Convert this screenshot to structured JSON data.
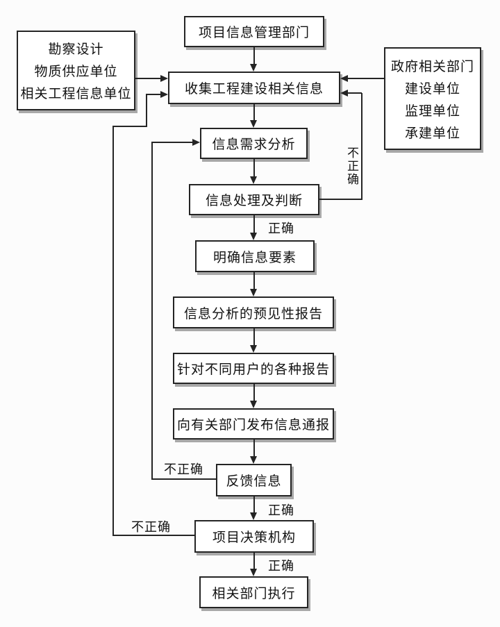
{
  "diagram": {
    "title_hint": "project-information-management-flowchart",
    "colors": {
      "background": "#fcfcfc",
      "box_background": "#ffffff",
      "line": "#242424",
      "shadow": "#a8a8a8",
      "text": "#111111"
    },
    "nodes": {
      "top": {
        "label": "项目信息管理部门"
      },
      "left_group": {
        "lines": [
          "勘察设计",
          "物质供应单位",
          "相关工程信息单位"
        ]
      },
      "right_group": {
        "lines": [
          "政府相关部门",
          "建设单位",
          "监理单位",
          "承建单位"
        ]
      },
      "collect": {
        "label": "收集工程建设相关信息"
      },
      "demand": {
        "label": "信息需求分析"
      },
      "process": {
        "label": "信息处理及判断"
      },
      "clarify": {
        "label": "明确信息要素"
      },
      "forecast": {
        "label": "信息分析的预见性报告"
      },
      "reports": {
        "label": "针对不同用户的各种报告"
      },
      "notify": {
        "label": "向有关部门发布信息通报"
      },
      "feedback": {
        "label": "反馈信息"
      },
      "decision": {
        "label": "项目决策机构"
      },
      "execute": {
        "label": "相关部门执行"
      }
    },
    "edge_labels": {
      "correct_process": "正确",
      "correct_feedback": "正确",
      "correct_decision": "正确",
      "incorrect_process": "不正确",
      "incorrect_feedback": "不正确",
      "incorrect_decision": "不正确"
    }
  }
}
